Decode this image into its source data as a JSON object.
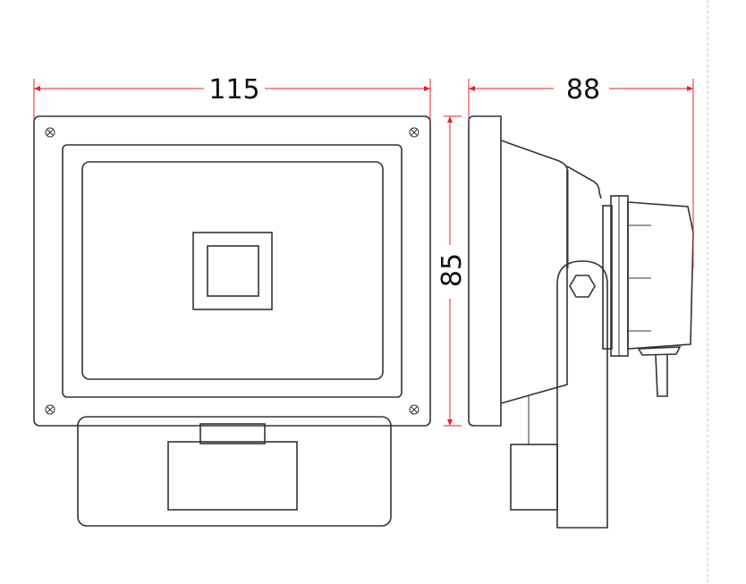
{
  "dimensions": {
    "width": "115",
    "height": "85",
    "depth": "88"
  },
  "colors": {
    "dimension_line": "#e8202a",
    "outline": "#333333"
  }
}
